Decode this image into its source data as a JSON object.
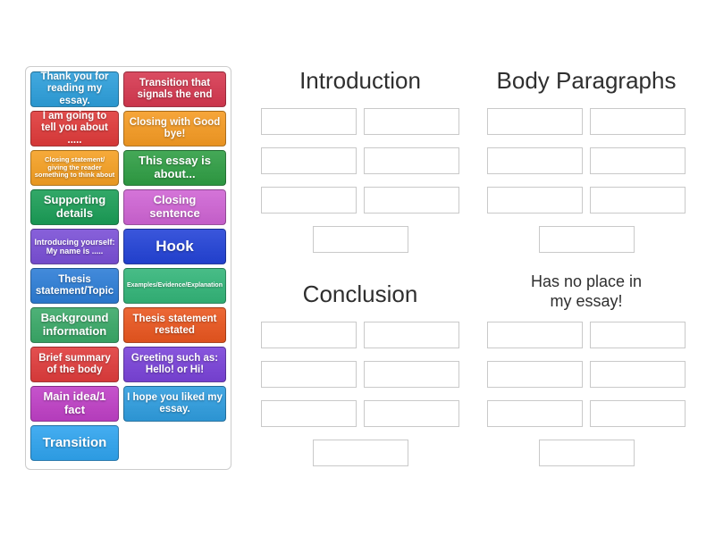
{
  "tiles": [
    {
      "label": "Thank you for reading my essay.",
      "color": "#2d9fdb"
    },
    {
      "label": "Transition that signals the end",
      "color": "#d63850"
    },
    {
      "label": "I am going to tell you about .....",
      "color": "#e03a3a"
    },
    {
      "label": "Closing with Good bye!",
      "color": "#f59b23"
    },
    {
      "label": "Closing statement/ giving the reader something to think about",
      "color": "#f5a023"
    },
    {
      "label": "This essay is about...",
      "color": "#2f9e44"
    },
    {
      "label": "Supporting details",
      "color": "#1b9e57"
    },
    {
      "label": "Closing sentence",
      "color": "#cf64d4"
    },
    {
      "label": "Introducing yourself: My name is .....",
      "color": "#7a4fd6"
    },
    {
      "label": "Hook",
      "color": "#2343d7"
    },
    {
      "label": "Thesis statement/Topic",
      "color": "#2d7dd6"
    },
    {
      "label": "Examples/Evidence/Explanation",
      "color": "#33b579"
    },
    {
      "label": "Background information",
      "color": "#3aa968"
    },
    {
      "label": "Thesis statement restated",
      "color": "#ea561f"
    },
    {
      "label": "Brief summary of the body",
      "color": "#e03c3c"
    },
    {
      "label": "Greeting such as: Hello! or Hi!",
      "color": "#7a43d9"
    },
    {
      "label": "Main idea/1 fact",
      "color": "#bf40c6"
    },
    {
      "label": "I hope you liked my essay.",
      "color": "#2f9ddf"
    },
    {
      "label": "Transition",
      "color": "#2fa4ef"
    }
  ],
  "categories": [
    {
      "title": "Introduction"
    },
    {
      "title": "Body Paragraphs"
    },
    {
      "title": "Conclusion"
    },
    {
      "title": "Has no place in my essay!"
    }
  ]
}
